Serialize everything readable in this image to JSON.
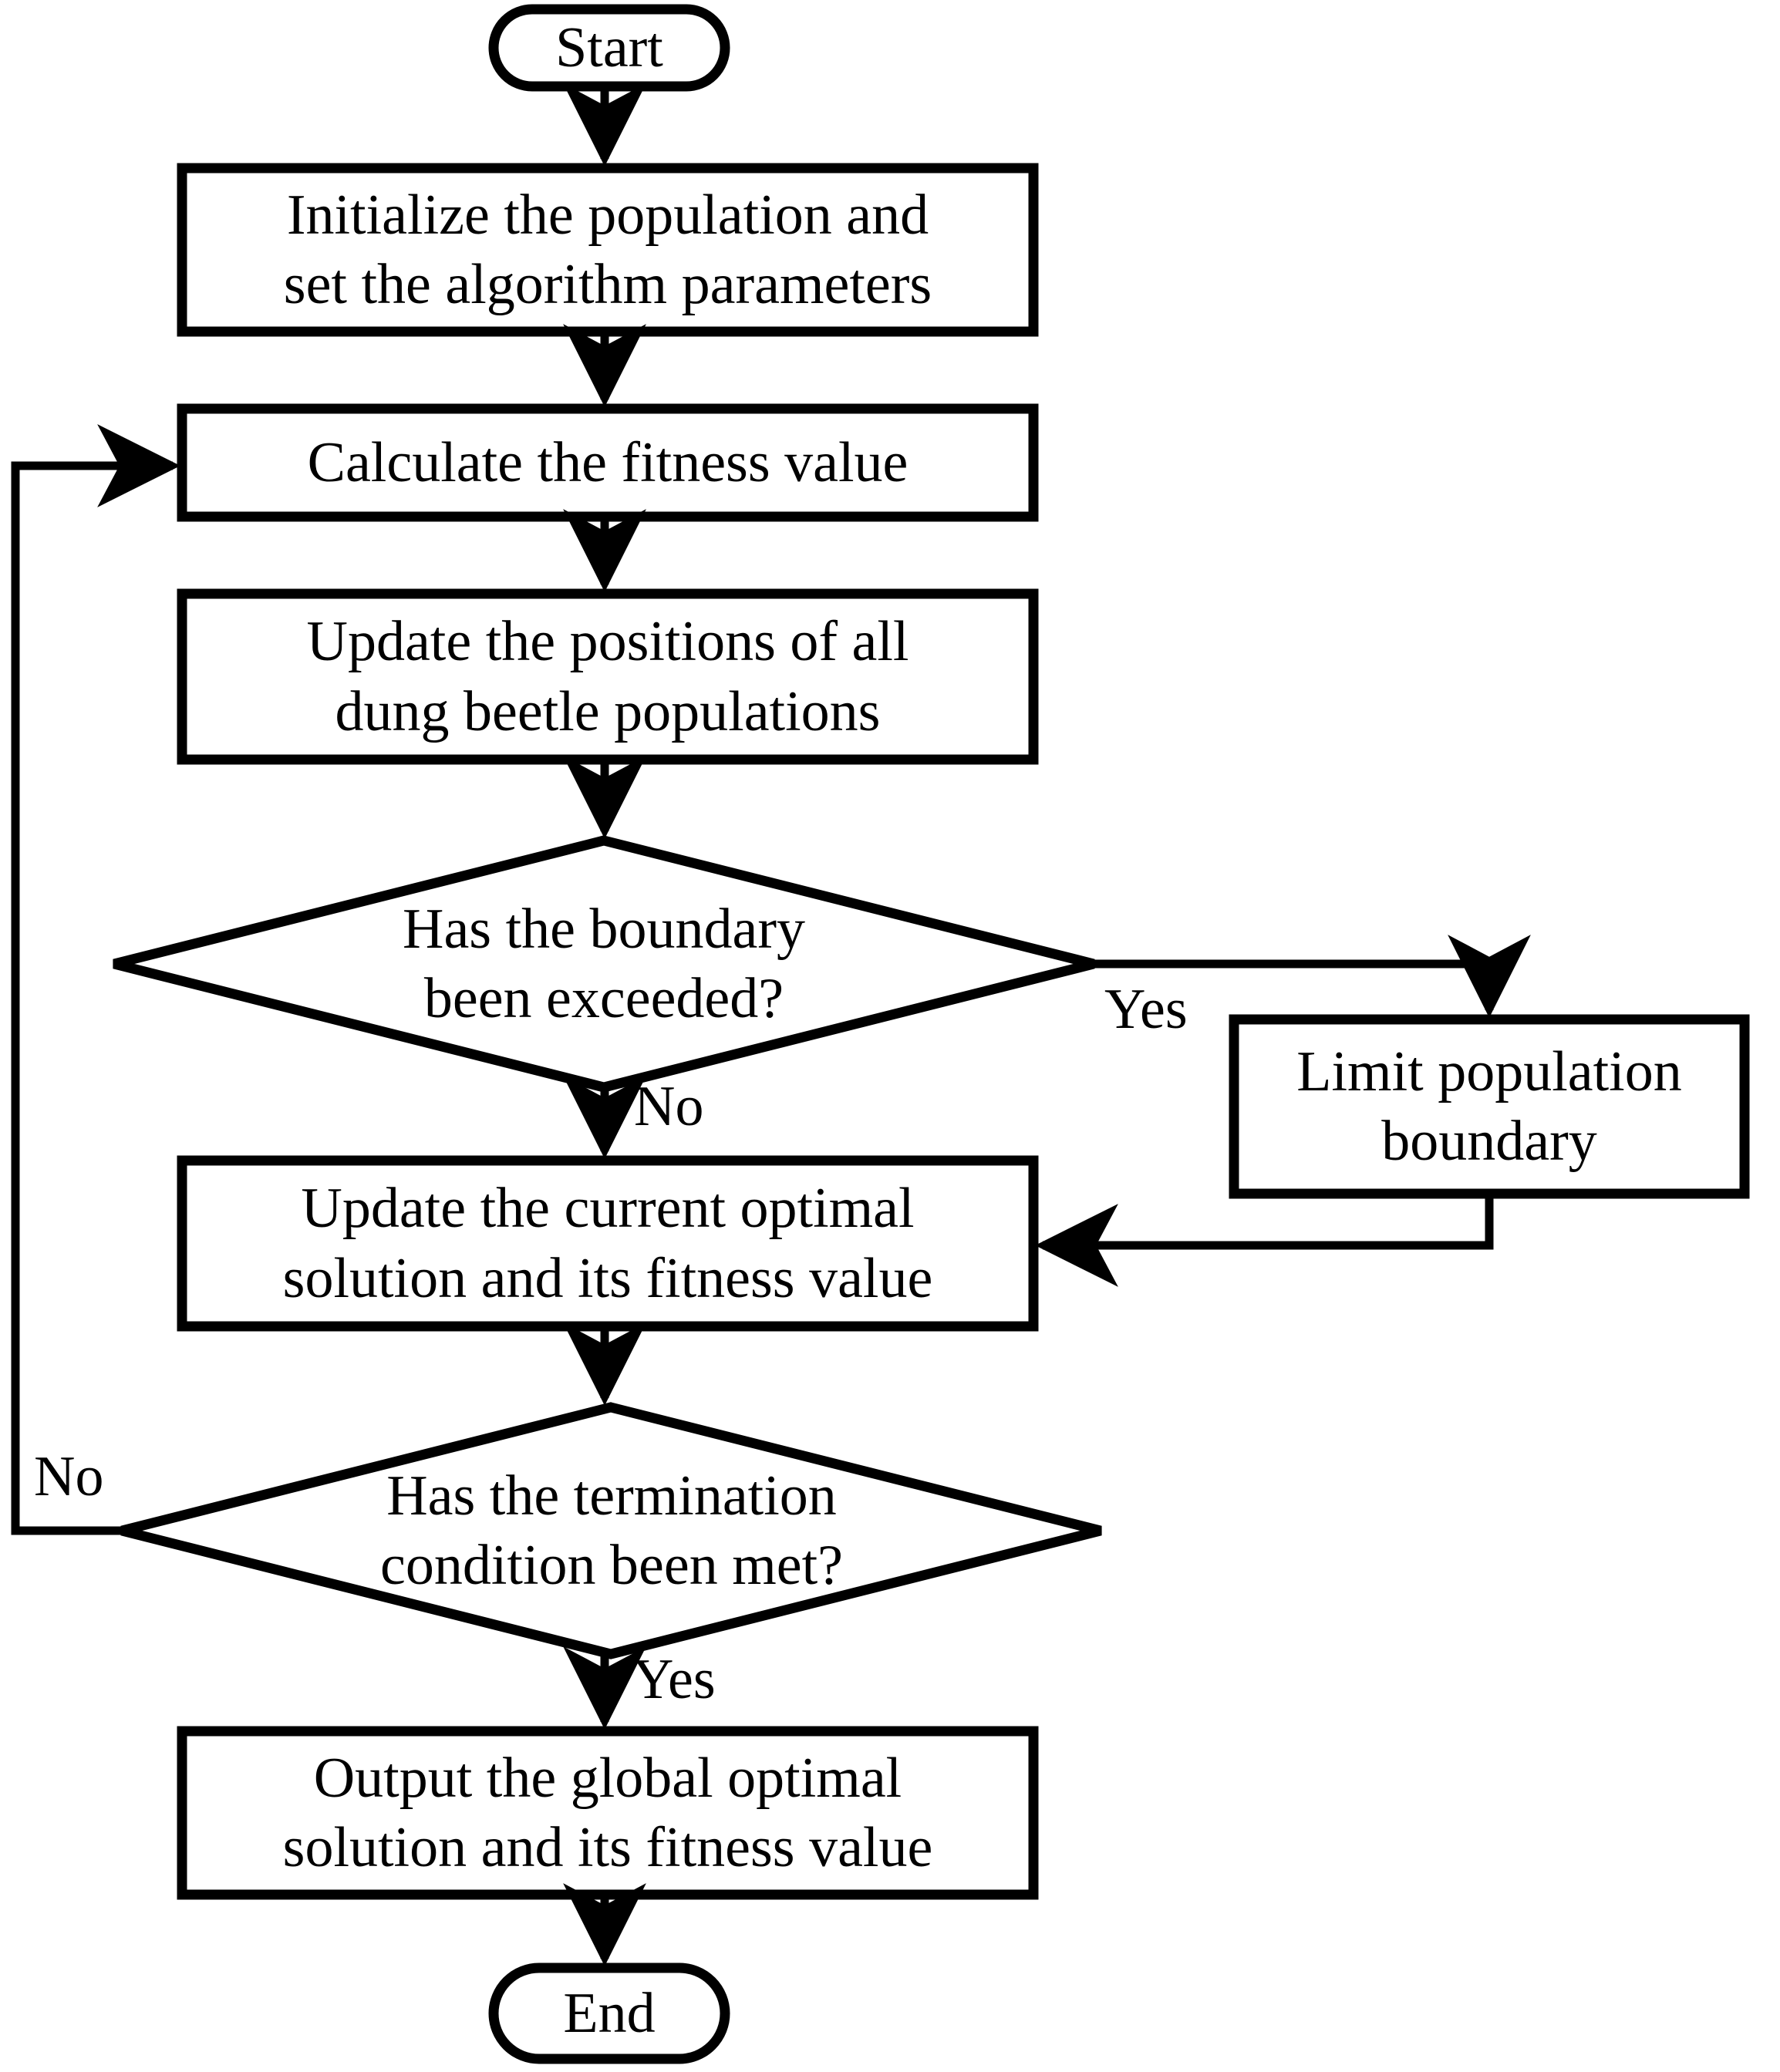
{
  "diagram": {
    "type": "flowchart",
    "title": "Dung Beetle Optimizer algorithm flowchart",
    "orientation": "top-to-bottom",
    "colors": {
      "background": "#ffffff",
      "stroke": "#000000",
      "text": "#000000",
      "fill": "#ffffff"
    },
    "nodes": [
      {
        "id": "start",
        "shape": "stadium",
        "text": "Start"
      },
      {
        "id": "init",
        "shape": "rectangle",
        "text": "Initialize the population and\nset the algorithm parameters"
      },
      {
        "id": "fitness",
        "shape": "rectangle",
        "text": "Calculate the fitness value"
      },
      {
        "id": "update_pos",
        "shape": "rectangle",
        "text": "Update the positions of all\ndung beetle populations"
      },
      {
        "id": "bound_check",
        "shape": "diamond",
        "text": "Has the boundary\nbeen exceeded?"
      },
      {
        "id": "limit",
        "shape": "rectangle",
        "text": "Limit population\nboundary"
      },
      {
        "id": "update_best",
        "shape": "rectangle",
        "text": "Update the current optimal\nsolution and its fitness value"
      },
      {
        "id": "term_check",
        "shape": "diamond",
        "text": "Has the termination\ncondition been met?"
      },
      {
        "id": "output",
        "shape": "rectangle",
        "text": "Output the global optimal\nsolution and its fitness value"
      },
      {
        "id": "end",
        "shape": "stadium",
        "text": "End"
      }
    ],
    "edges": [
      {
        "from": "start",
        "to": "init",
        "label": ""
      },
      {
        "from": "init",
        "to": "fitness",
        "label": ""
      },
      {
        "from": "fitness",
        "to": "update_pos",
        "label": ""
      },
      {
        "from": "update_pos",
        "to": "bound_check",
        "label": ""
      },
      {
        "from": "bound_check",
        "to": "limit",
        "label": "Yes"
      },
      {
        "from": "bound_check",
        "to": "update_best",
        "label": "No"
      },
      {
        "from": "limit",
        "to": "update_best",
        "label": ""
      },
      {
        "from": "update_best",
        "to": "term_check",
        "label": ""
      },
      {
        "from": "term_check",
        "to": "fitness",
        "label": "No"
      },
      {
        "from": "term_check",
        "to": "output",
        "label": "Yes"
      },
      {
        "from": "output",
        "to": "end",
        "label": ""
      }
    ],
    "edge_labels": {
      "boundary_yes": "Yes",
      "boundary_no": "No",
      "termination_no": "No",
      "termination_yes": "Yes"
    }
  }
}
